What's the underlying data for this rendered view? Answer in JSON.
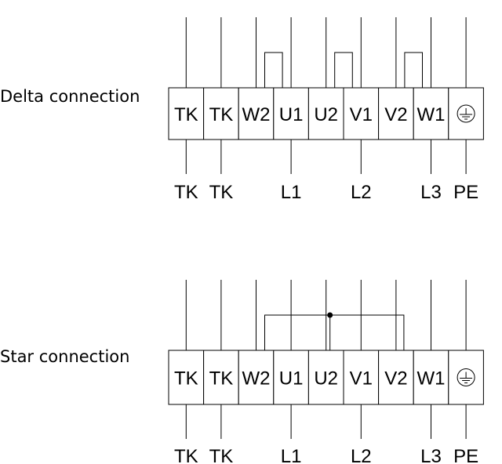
{
  "sections": [
    {
      "title": "Delta connection",
      "terminals": [
        "TK",
        "TK",
        "W2",
        "U1",
        "U2",
        "V1",
        "V2",
        "W1"
      ],
      "ground_symbol": "earth-ground-icon",
      "lines": [
        "TK",
        "TK",
        "L1",
        "L2",
        "L3",
        "PE"
      ],
      "wiring": "delta"
    },
    {
      "title": "Star connection",
      "terminals": [
        "TK",
        "TK",
        "W2",
        "U1",
        "U2",
        "V1",
        "V2",
        "W1"
      ],
      "ground_symbol": "earth-ground-icon",
      "lines": [
        "TK",
        "TK",
        "L1",
        "L2",
        "L3",
        "PE"
      ],
      "wiring": "star"
    }
  ]
}
